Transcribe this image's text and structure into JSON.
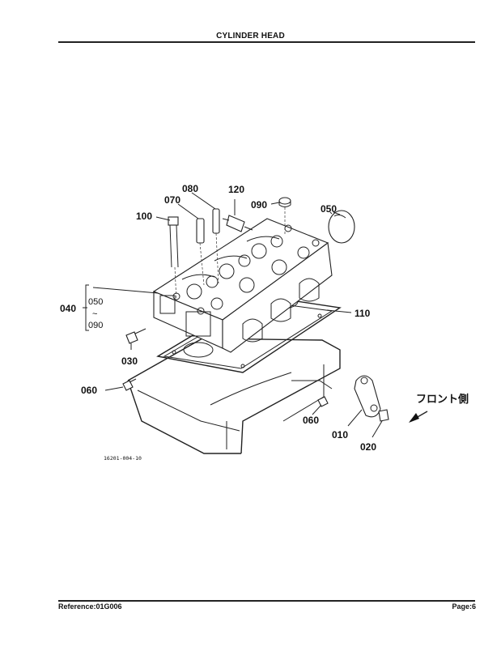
{
  "header": {
    "title": "CYLINDER HEAD"
  },
  "footer": {
    "reference": "Reference:01G006",
    "page": "Page:6"
  },
  "diagram": {
    "parts": {
      "p010": "010",
      "p020": "020",
      "p030": "030",
      "p040": "040",
      "p050": "050",
      "p050b": "050",
      "p060a": "060",
      "p060b": "060",
      "p070": "070",
      "p080": "080",
      "p090": "090",
      "p090b": "090",
      "p100": "100",
      "p110": "110",
      "p120": "120"
    },
    "range_tilde": "~",
    "front_label": "フロント側",
    "drawing_code": "16201-004-10"
  }
}
